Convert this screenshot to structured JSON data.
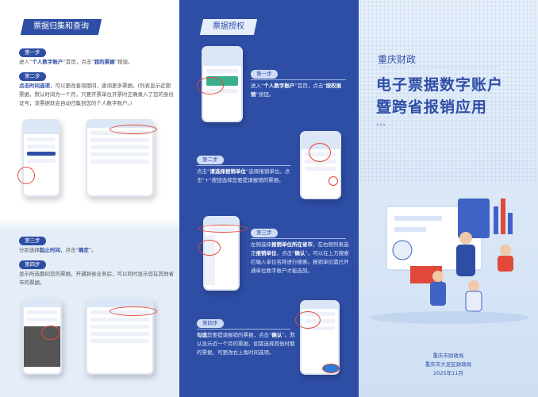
{
  "collect": {
    "title": "票据归集和查询",
    "step1": {
      "label": "第一步",
      "pre": "进入“",
      "b1": "个人数字账户",
      "mid": "”首页，点击“",
      "b2": "我的票据",
      "post": "”按钮。"
    },
    "step2": {
      "label": "第二步",
      "b1": "点击时间选项",
      "post": "，可以更改查询期间，查询更多票据。(列表显示近期票据，默认时间为一个月，只要开票单位开票时正确录入了您的身份证号，该票据就会自动归集到您的个人数字账户。)"
    },
    "step3": {
      "label": "第三步",
      "pre": "分别选择",
      "b1": "起止时间",
      "mid": "，点击“",
      "b2": "确定",
      "post": "”。"
    },
    "step4": {
      "label": "第四步",
      "text": "显示所选期间您的票据。开通跨省业务后，可以同时显示您在其他省市的票据。"
    }
  },
  "auth": {
    "title": "票据授权",
    "step1": {
      "label": "第一步",
      "pre": "进入“",
      "b1": "个人数字账户",
      "mid": "”首页，点击“",
      "b2": "授权报销",
      "post": "”按钮。"
    },
    "step2": {
      "label": "第二步",
      "pre": "点击“",
      "b1": "请选择报销单位",
      "post": "”选择报销单位。点击“+”按钮选择您要提请报销的票据。"
    },
    "step3": {
      "label": "第三步",
      "pre": "左侧选择",
      "b1": "报销单位所在省市",
      "mid": "，在右侧列表选定",
      "b2": "报销单位",
      "mid2": "，点击“",
      "b3": "确认",
      "post": "”。可以在上方搜索栏输入单位名称进行搜索。报销单位需已开通单位数字账户才能选到。"
    },
    "step4": {
      "label": "第四步",
      "b1": "勾选",
      "mid": "您要提请报销的票据，点击“",
      "b2": "确认",
      "post": "”。默认显示近一个月的票据，如需选择其他时期的票据，可更改右上角时间选项。"
    }
  },
  "cover": {
    "org": "重庆财政",
    "title1": "电子票据数字账户",
    "title2": "暨跨省报销应用",
    "footer": [
      "重庆市财政局",
      "重庆市大足区财政局",
      "2025年11月"
    ]
  },
  "colors": {
    "brand": "#2e4ea6",
    "highlight": "#e0493c"
  }
}
